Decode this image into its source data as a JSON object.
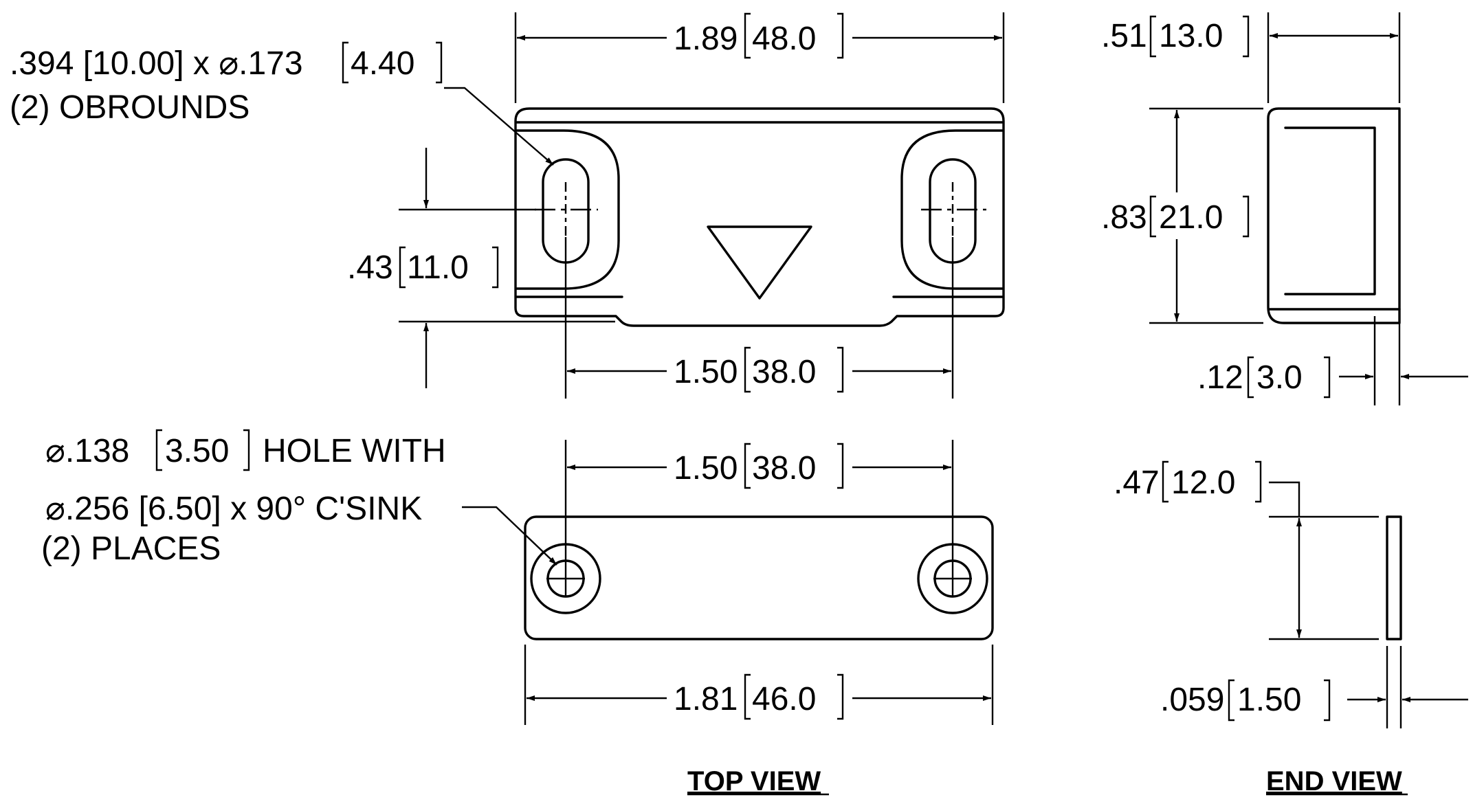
{
  "views": {
    "top_view_title": "TOP VIEW",
    "end_view_title": "END VIEW"
  },
  "dimensions": {
    "upper_overall_width": {
      "inch": "1.89",
      "mm": "48.0"
    },
    "upper_hole_spacing": {
      "inch": "1.50",
      "mm": "38.0"
    },
    "upper_hole_offset": {
      "inch": ".43",
      "mm": "11.0"
    },
    "end_depth": {
      "inch": ".51",
      "mm": "13.0"
    },
    "end_height": {
      "inch": ".83",
      "mm": "21.0"
    },
    "end_thickness": {
      "inch": ".12",
      "mm": "3.0"
    },
    "lower_hole_spacing": {
      "inch": "1.50",
      "mm": "38.0"
    },
    "lower_overall_width": {
      "inch": "1.81",
      "mm": "46.0"
    },
    "plate_height": {
      "inch": ".47",
      "mm": "12.0"
    },
    "plate_thickness": {
      "inch": ".059",
      "mm": "1.50"
    }
  },
  "callouts": {
    "obround_line1_a": ".394 [10.00] x ",
    "obround_line1_sym": "⌀",
    "obround_line1_b": ".173",
    "obround_line1_mm": "4.40",
    "obround_line2": "(2) OBROUNDS",
    "hole_sym": "⌀",
    "hole_line1_a": ".138",
    "hole_line1_mm": "3.50",
    "hole_line1_b": "HOLE WITH",
    "hole_line2_sym": "⌀",
    "hole_line2": ".256 [6.50] x 90° C'SINK",
    "hole_line3": "(2) PLACES"
  }
}
